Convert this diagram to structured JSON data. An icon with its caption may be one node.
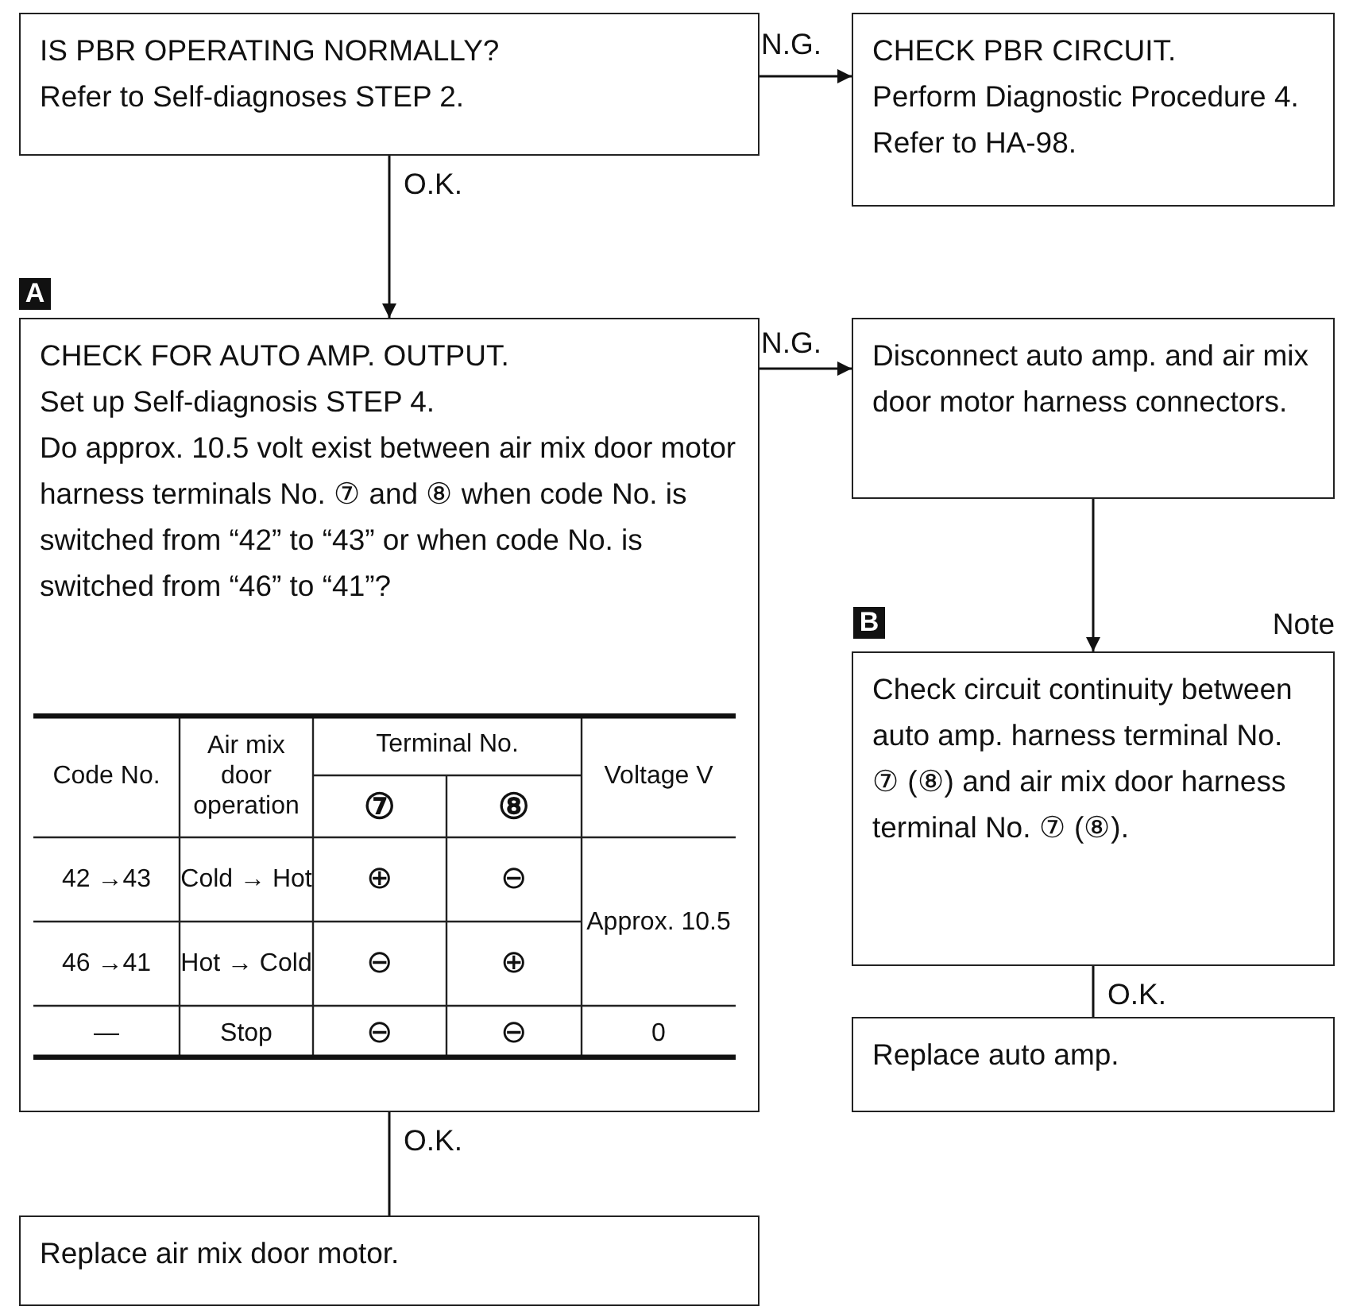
{
  "diagram": {
    "nodes": [
      {
        "text": [
          "IS PBR OPERATING NORMALLY?",
          "Refer to Self-diagnoses STEP 2."
        ]
      },
      {
        "text": [
          "CHECK PBR CIRCUIT.",
          "Perform Diagnostic Procedure 4. Refer to HA-98."
        ]
      },
      {
        "text": [
          "CHECK FOR AUTO AMP. OUTPUT.",
          "Set up Self-diagnosis STEP 4.",
          "Do approx. 10.5 volt exist between air mix door motor harness terminals No. ⑦ and ⑧ when code No. is switched from “42” to “43” or when code No. is switched from “46” to “41”?"
        ]
      },
      {
        "text": [
          "Disconnect auto amp. and air mix door motor harness connectors."
        ]
      },
      {
        "text": [
          "Check circuit continuity between auto amp. harness terminal No. ⑦ (⑧) and air mix door harness terminal No. ⑦ (⑧)."
        ],
        "beside": [
          "Note"
        ]
      },
      {
        "text": [
          "Replace auto amp."
        ]
      },
      {
        "text": [
          "Replace air mix door motor."
        ]
      }
    ],
    "edges": [
      {
        "from": 0,
        "to": 1,
        "arrow": "to",
        "label": "N.G."
      },
      {
        "from": 0,
        "to": 2,
        "arrow": "to",
        "label": "O.K."
      },
      {
        "from": 2,
        "to": 3,
        "arrow": "to",
        "label": "N.G."
      },
      {
        "from": 3,
        "to": 4,
        "arrow": "to"
      },
      {
        "from": 4,
        "to": 5,
        "arrow": "none",
        "label": "O.K."
      },
      {
        "from": 2,
        "to": 6,
        "arrow": "none",
        "label": "O.K."
      }
    ],
    "labels": [
      "A",
      "B",
      "Code No.",
      "Air mix door operation",
      "Terminal No.",
      "Voltage V",
      "⑦",
      "⑧",
      "42 →43",
      "Cold → Hot",
      "⊕",
      "⊖",
      "Approx. 10.5",
      "46 →41",
      "Hot → Cold",
      "⊖",
      "⊕",
      "—",
      "Stop",
      "⊖",
      "⊖",
      "0"
    ]
  }
}
